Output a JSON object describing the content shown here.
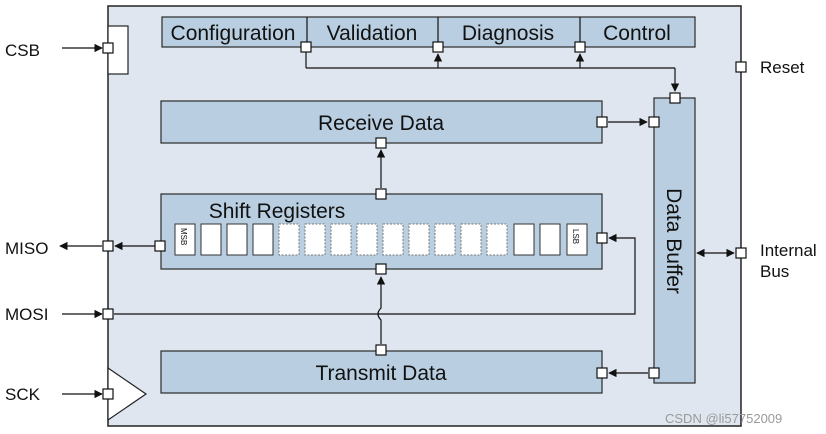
{
  "signals": {
    "csb": "CSB",
    "miso": "MISO",
    "mosi": "MOSI",
    "sck": "SCK",
    "reset": "Reset",
    "internal_bus_line1": "Internal",
    "internal_bus_line2": "Bus"
  },
  "top_blocks": [
    "Configuration",
    "Validation",
    "Diagnosis",
    "Control"
  ],
  "blocks": {
    "receive_data": "Receive Data",
    "shift_registers": "Shift Registers",
    "transmit_data": "Transmit Data",
    "data_buffer": "Data Buffer"
  },
  "register": {
    "msb": "MSB",
    "lsb": "LSB"
  },
  "watermark": "CSDN @li57752009",
  "colors": {
    "chip_fill": "#dfe6ef",
    "block_fill": "#b9cfe1"
  }
}
